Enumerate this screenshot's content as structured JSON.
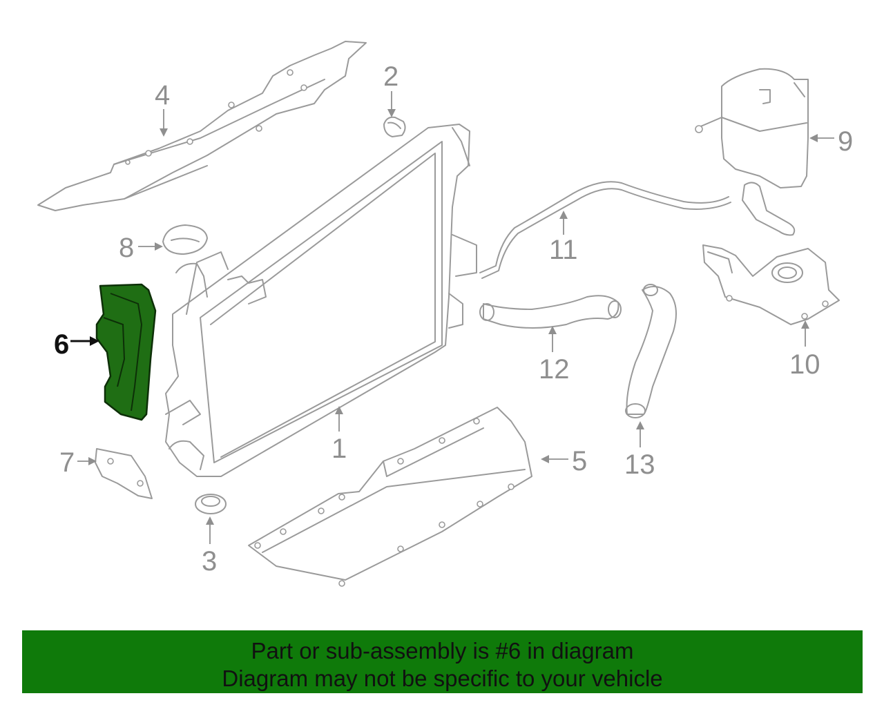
{
  "diagram": {
    "callouts": [
      {
        "id": "1",
        "label": "1"
      },
      {
        "id": "2",
        "label": "2"
      },
      {
        "id": "3",
        "label": "3"
      },
      {
        "id": "4",
        "label": "4"
      },
      {
        "id": "5",
        "label": "5"
      },
      {
        "id": "6",
        "label": "6",
        "highlighted": true
      },
      {
        "id": "7",
        "label": "7"
      },
      {
        "id": "8",
        "label": "8"
      },
      {
        "id": "9",
        "label": "9"
      },
      {
        "id": "10",
        "label": "10"
      },
      {
        "id": "11",
        "label": "11"
      },
      {
        "id": "12",
        "label": "12"
      },
      {
        "id": "13",
        "label": "13"
      }
    ],
    "highlight_color": "#1f6e14",
    "line_color": "#9a9a9a"
  },
  "banner": {
    "line1": "Part or sub-assembly is #6 in diagram",
    "line2": "Diagram may not be specific to your vehicle",
    "background": "#0f7a0a"
  }
}
